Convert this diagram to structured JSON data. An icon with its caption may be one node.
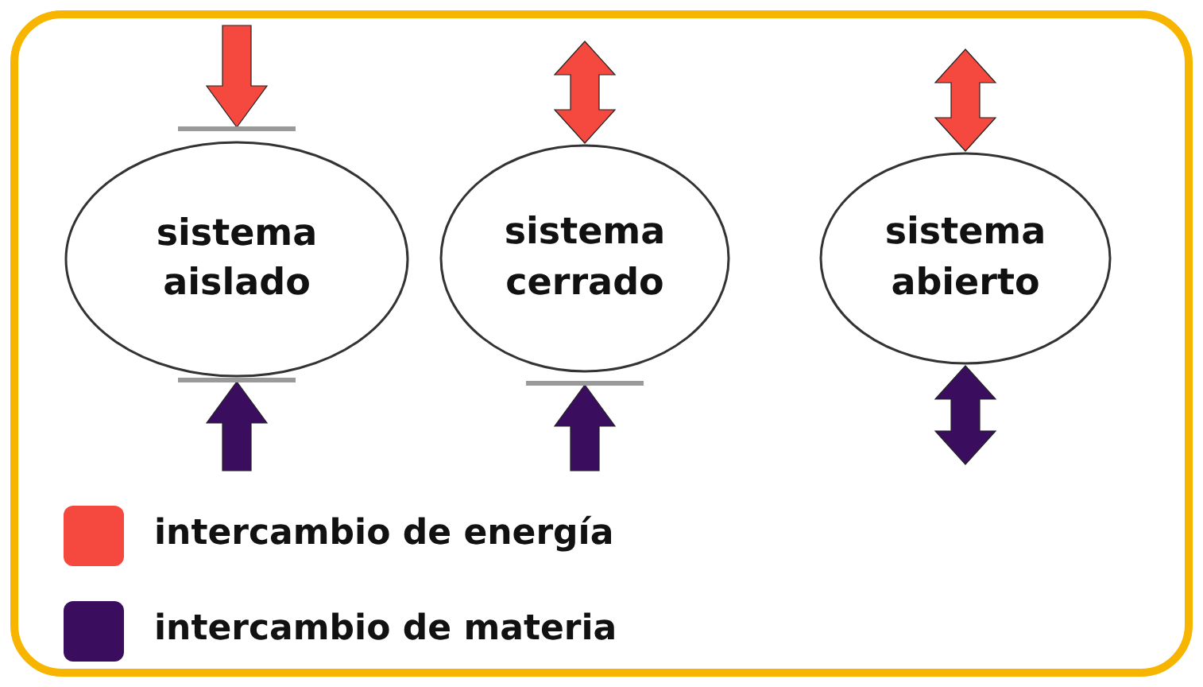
{
  "diagram": {
    "nodes": [
      {
        "text": [
          "sistema aislado"
        ]
      },
      {
        "text": [
          "sistema cerrado"
        ]
      },
      {
        "text": [
          "sistema abierto"
        ]
      }
    ],
    "edges": [
      {
        "from": null,
        "to": 0,
        "arrow": "to",
        "color": "#f5483e"
      },
      {
        "from": null,
        "to": 0,
        "arrow": "to",
        "color": "#3b0d5e"
      },
      {
        "from": null,
        "to": 1,
        "arrow": "both",
        "color": "#f5483e"
      },
      {
        "from": null,
        "to": 1,
        "arrow": "to",
        "color": "#3b0d5e"
      },
      {
        "from": null,
        "to": 2,
        "arrow": "both",
        "color": "#f5483e"
      },
      {
        "from": null,
        "to": 2,
        "arrow": "both",
        "color": "#3b0d5e"
      }
    ],
    "legend": [
      {
        "text": "intercambio de energía",
        "color": "#f5483e"
      },
      {
        "text": "intercambio de materia",
        "color": "#3b0d5e"
      }
    ]
  }
}
